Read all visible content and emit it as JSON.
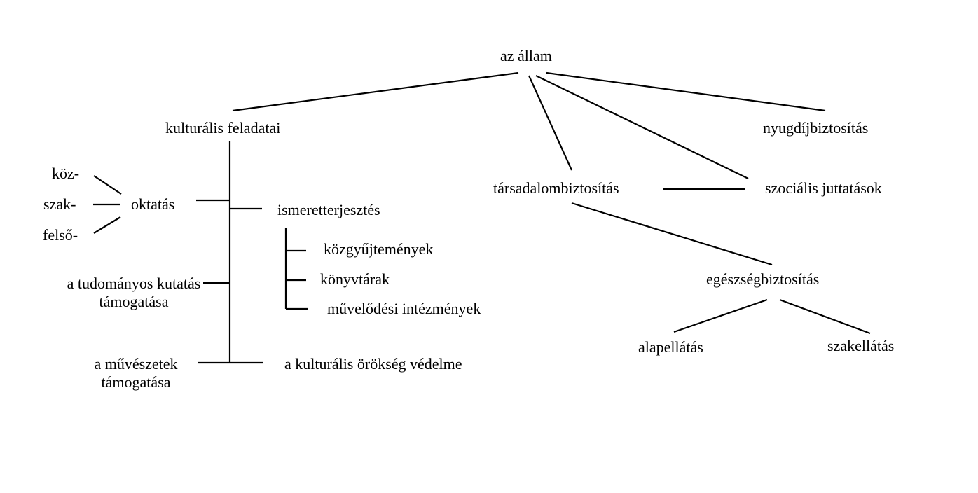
{
  "nodes": {
    "root": "az állam",
    "cultural_tasks": "kulturális feladatai",
    "pension": "nyugdíjbiztosítás",
    "social_insurance": "társadalombiztosítás",
    "social_benefits": "szociális juttatások",
    "education": "oktatás",
    "education_public": "köz-",
    "education_vocational": "szak-",
    "education_higher": "felső-",
    "knowledge_dissemination": "ismeretterjesztés",
    "collections": "közgyűjtemények",
    "libraries": "könyvtárak",
    "cultural_institutions": "művelődési intézmények",
    "research_line1": "a tudományos kutatás",
    "research_line2": "támogatása",
    "arts_line1": "a művészetek",
    "arts_line2": "támogatása",
    "heritage": "a kulturális örökség védelme",
    "health_insurance": "egészségbiztosítás",
    "primary_care": "alapellátás",
    "specialist_care": "szakellátás"
  }
}
